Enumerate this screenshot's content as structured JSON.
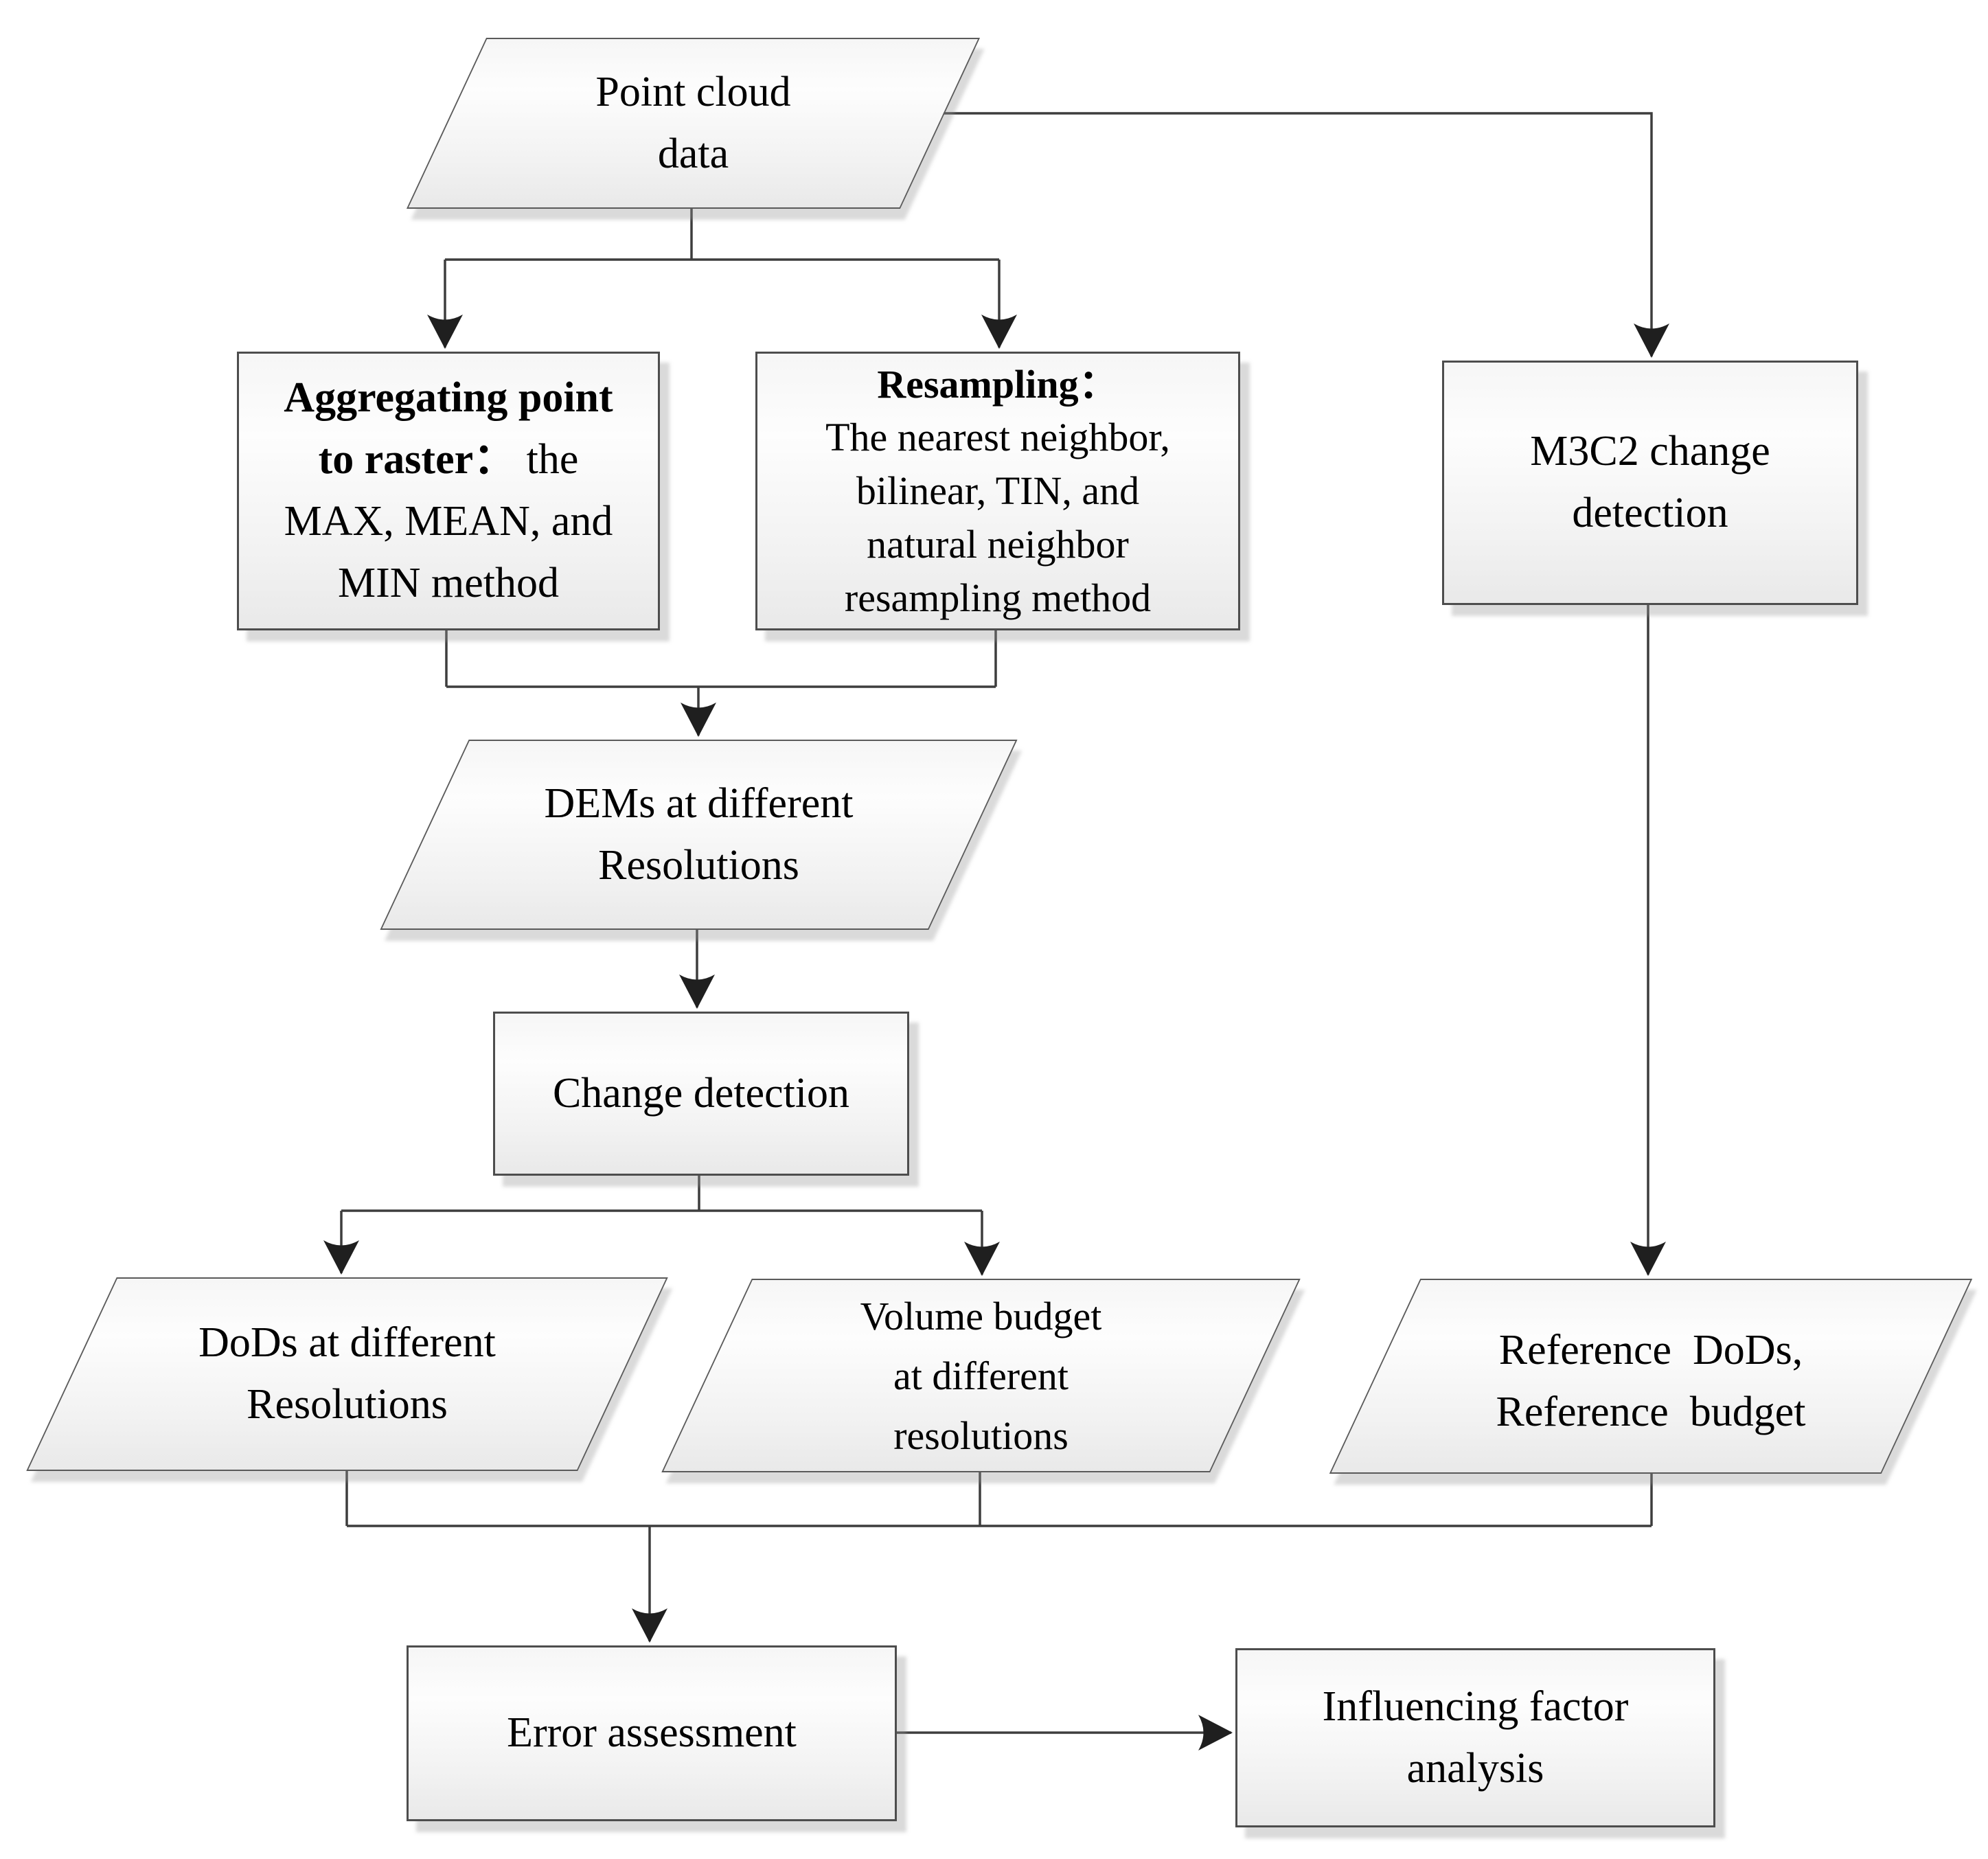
{
  "nodes": {
    "point_cloud": {
      "line1": "Point cloud",
      "line2": "data"
    },
    "aggregating": {
      "line1": "Aggregating point",
      "line2_bold": "to raster：",
      "line2_rest": " the",
      "line3": "MAX, MEAN, and",
      "line4": "MIN method"
    },
    "resampling": {
      "line1": "Resampling：",
      "line2": "The nearest neighbor,",
      "line3": "bilinear, TIN, and",
      "line4": "natural neighbor",
      "line5": "resampling method"
    },
    "m3c2": {
      "line1": "M3C2 change",
      "line2": "detection"
    },
    "dems": {
      "line1": "DEMs at different",
      "line2": "Resolutions"
    },
    "change_detection": {
      "line1": "Change detection"
    },
    "dods": {
      "line1": "DoDs at different",
      "line2": "Resolutions"
    },
    "volume_budget": {
      "line1": "Volume budget",
      "line2": "at different",
      "line3": "resolutions"
    },
    "reference": {
      "line1": "Reference  DoDs,",
      "line2": "Reference  budget"
    },
    "error_assessment": {
      "line1": "Error assessment"
    },
    "influencing": {
      "line1": "Influencing factor",
      "line2": "analysis"
    }
  },
  "colors": {
    "background": "#ffffff",
    "box_border": "#4d4d4d",
    "parallelogram_border": "#5a5a5a",
    "connector_line": "#3d3d3d",
    "arrowhead": "#1f1f1f",
    "box_fill_top": "#f6f6f6",
    "box_fill_bottom": "#e9e9e9",
    "shadow": "#969696"
  }
}
